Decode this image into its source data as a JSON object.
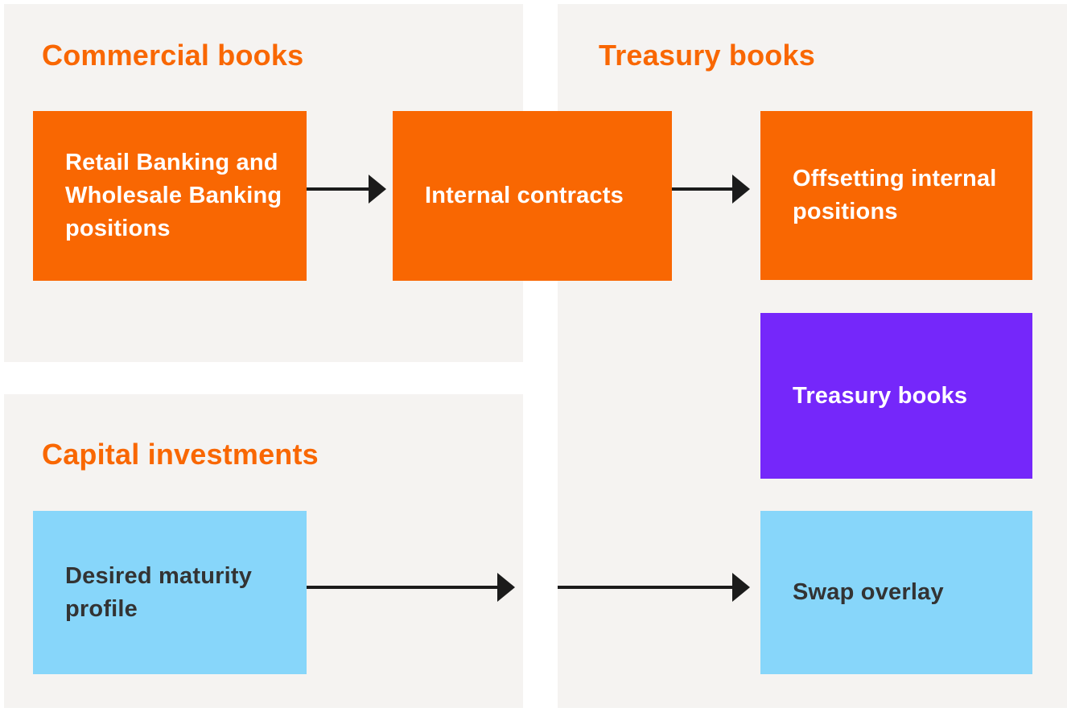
{
  "colors": {
    "orange": "#F96702",
    "purple": "#7527FA",
    "blue": "#87D6FA",
    "panel": "#F5F3F1",
    "heading": "#F96702",
    "arrow": "#1B1B1B",
    "text_light": "#FFFFFF",
    "text_dark": "#333333"
  },
  "sections": {
    "commercial": {
      "heading": "Commercial books"
    },
    "treasury": {
      "heading": "Treasury books"
    },
    "capital": {
      "heading": "Capital investments"
    }
  },
  "boxes": {
    "retail": {
      "label": "Retail Banking and\nWholesale Banking\npositions",
      "color": "orange"
    },
    "internal_contracts": {
      "label": "Internal contracts",
      "color": "orange"
    },
    "offsetting": {
      "label": "Offsetting internal\npositions",
      "color": "orange"
    },
    "treasury_books": {
      "label": "Treasury books",
      "color": "purple"
    },
    "swap_overlay": {
      "label": "Swap overlay",
      "color": "blue"
    },
    "desired_maturity": {
      "label": "Desired maturity\nprofile",
      "color": "blue"
    }
  },
  "flows": [
    {
      "from": "Retail Banking and Wholesale Banking positions",
      "to": "Internal contracts"
    },
    {
      "from": "Internal contracts",
      "to": "Offsetting internal positions"
    },
    {
      "from": "Desired maturity profile",
      "to": "Swap overlay"
    }
  ]
}
